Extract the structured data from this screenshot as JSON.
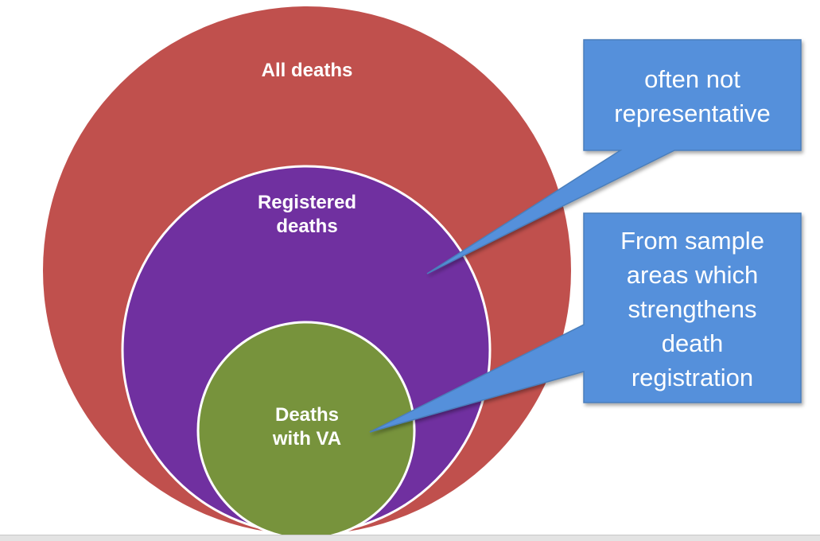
{
  "diagram": {
    "type": "nested-circles-with-callouts",
    "circles": [
      {
        "id": "all",
        "label_lines": [
          "All deaths"
        ],
        "color": "#c0504d"
      },
      {
        "id": "registered",
        "label_lines": [
          "Registered",
          "deaths"
        ],
        "color": "#7030a0"
      },
      {
        "id": "va",
        "label_lines": [
          "Deaths",
          "with VA"
        ],
        "color": "#77933c"
      }
    ],
    "callouts": [
      {
        "id": "registered-note",
        "points_to": "registered",
        "lines": [
          "often not",
          "representative"
        ]
      },
      {
        "id": "va-note",
        "points_to": "va",
        "lines": [
          "From sample",
          "areas which",
          "strengthens",
          "death",
          "registration"
        ]
      }
    ],
    "colors": {
      "callout_top": "#95bdfa",
      "callout_bottom": "#5590db",
      "callout_border": "#4a7ebb",
      "circle_stroke": "#ffffff",
      "text": "#ffffff"
    }
  }
}
